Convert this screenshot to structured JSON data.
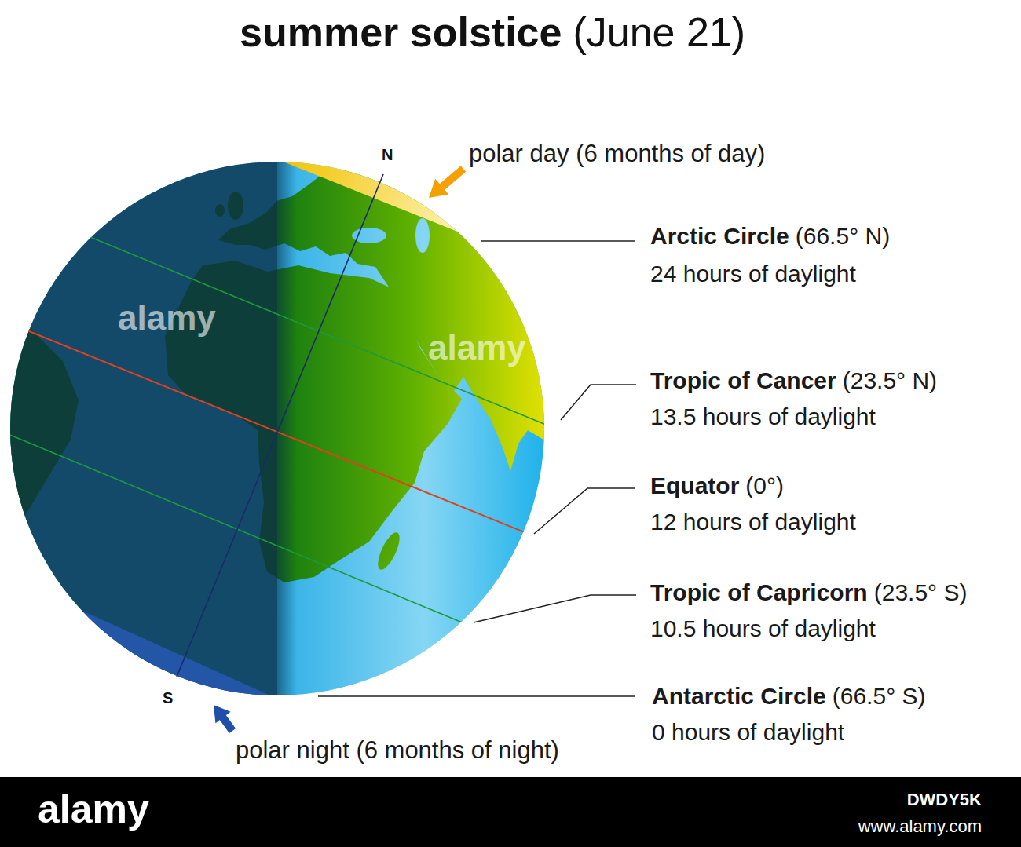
{
  "diagram": {
    "title": "summer solstice",
    "labels": [
      "(June 21)",
      "N",
      "polar day (6 months of day)",
      "Arctic Circle",
      "(66.5° N)",
      "24 hours of daylight",
      "Tropic of Cancer",
      "(23.5° N)",
      "13.5 hours of daylight",
      "Equator",
      "(0°)",
      "12 hours of daylight",
      "Tropic of Capricorn",
      "(23.5° S)",
      "10.5 hours of daylight",
      "S",
      "Antarctic Circle",
      "(66.5° S)",
      "0 hours of daylight",
      "polar night (6 months of night)",
      "alamy",
      "alamy",
      "alamy",
      "DWDY5K",
      "www.alamy.com"
    ]
  }
}
